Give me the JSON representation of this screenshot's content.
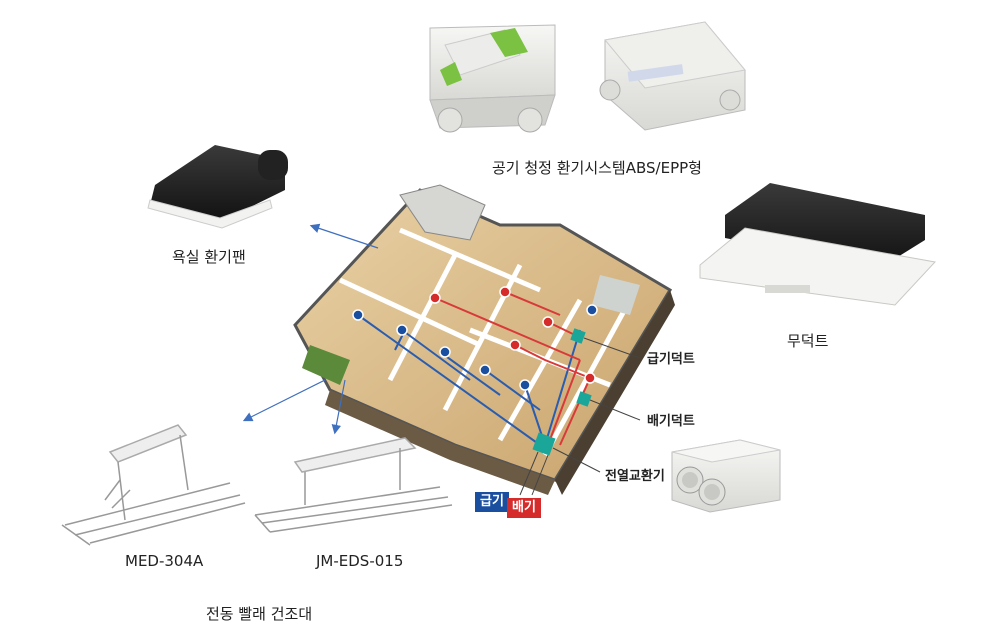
{
  "labels": {
    "air_system": "공기 청정 환기시스템ABS/EPP형",
    "bath_fan": "욕실 환기팬",
    "no_duct": "무덕트",
    "supply_duct": "급기덕트",
    "exhaust_duct": "배기덕트",
    "erv": "전열교환기",
    "med": "MED-304A",
    "jm": "JM-EDS-015",
    "dryer_group": "전동 빨래 건조대"
  },
  "legend": {
    "supply": "급기",
    "exhaust": "배기"
  },
  "colors": {
    "supply": "#1a4fa0",
    "exhaust": "#d62b2b",
    "duct_node": "#1aa79a",
    "arrow": "#3f6fbf"
  }
}
